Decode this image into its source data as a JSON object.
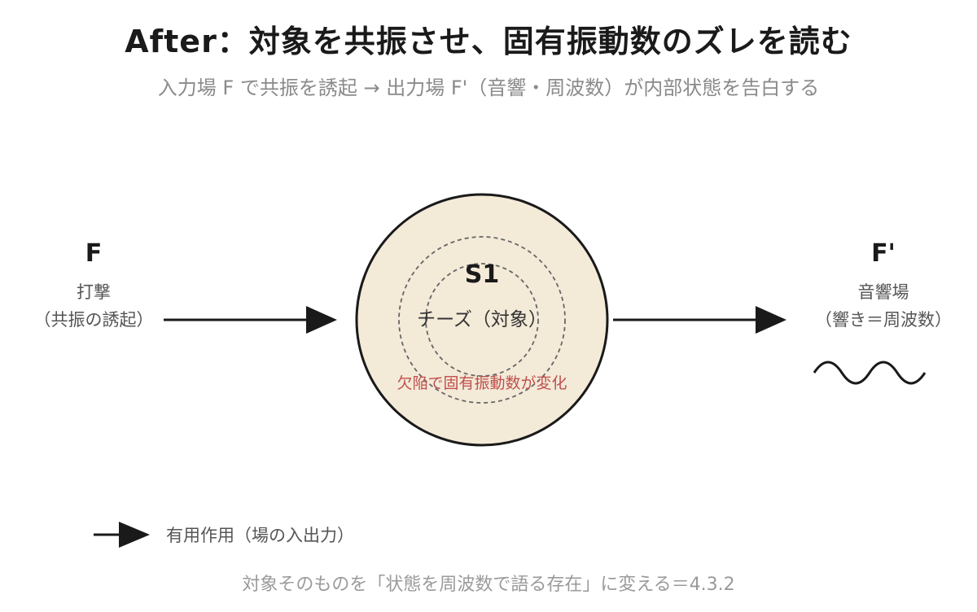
{
  "header": {
    "title": "After：対象を共振させ、固有振動数のズレを読む",
    "subtitle": "入力場 F で共振を誘起 → 出力場 F'（音響・周波数）が内部状態を告白する"
  },
  "input_node": {
    "letter": "F",
    "line1": "打撃",
    "line2": "（共振の誘起）"
  },
  "center_node": {
    "label": "S1",
    "name": "チーズ（対象）",
    "note": "欠陥で固有振動数が変化",
    "fill_color": "#f3ead8",
    "note_color": "#c0504d"
  },
  "output_node": {
    "letter": "F'",
    "line1": "音響場",
    "line2": "（響き＝周波数）"
  },
  "legend": {
    "label": "有用作用（場の入出力）"
  },
  "footer": {
    "text": "対象そのものを「状態を周波数で語る存在」に変える＝4.3.2"
  }
}
